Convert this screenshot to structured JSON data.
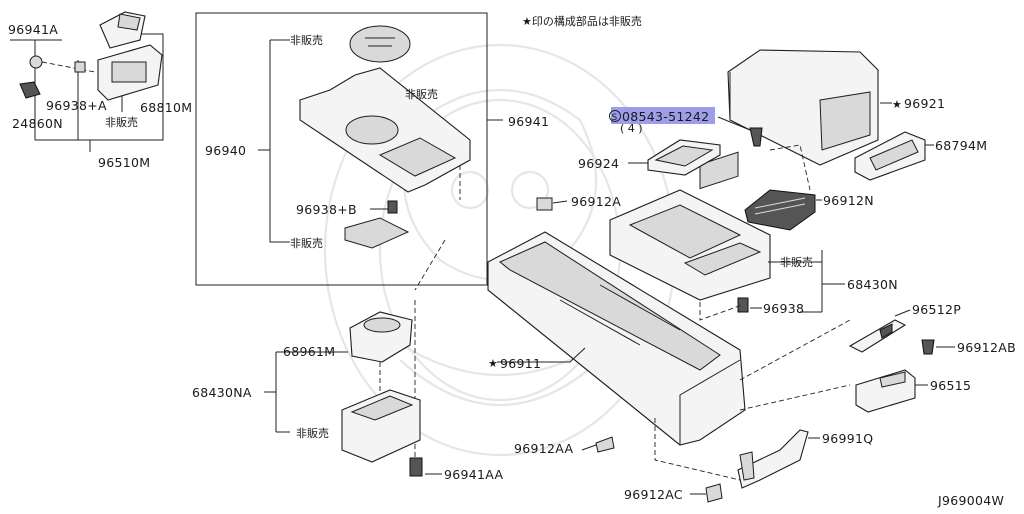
{
  "header_note": "★印の構成部品は非販売",
  "figure_id": "J969004W",
  "callouts": {
    "p96941A": "96941A",
    "p96938A": "96938+A",
    "p68810M": "68810M",
    "p24860N": "24860N",
    "p96510M": "96510M",
    "p96940": "96940",
    "p96938B": "96938+B",
    "p96941": "96941",
    "p68961M": "68961M",
    "p68430NA": "68430NA",
    "p96941AA": "96941AA",
    "p08543": "08543-51242",
    "p08543_qty": "( 4 )",
    "p08543_prefix": "S",
    "p96921": "96921",
    "p68794M": "68794M",
    "p96924": "96924",
    "p96912A": "96912A",
    "p96912N": "96912N",
    "p68430N": "68430N",
    "p96938": "96938",
    "p96911": "96911",
    "p96512P": "96512P",
    "p96912AB": "96912AB",
    "p96515": "96515",
    "p96912AA": "96912AA",
    "p96991Q": "96991Q",
    "p96912AC": "96912AC"
  },
  "not_sold_labels": {
    "top_left": "非販売",
    "box_top": "非販売",
    "box_right": "非販売",
    "box_bottom": "非販売",
    "right_mid": "非販売",
    "lower_left": "非販売"
  },
  "star_marker": "★",
  "highlight_color": "#8c8ce6"
}
